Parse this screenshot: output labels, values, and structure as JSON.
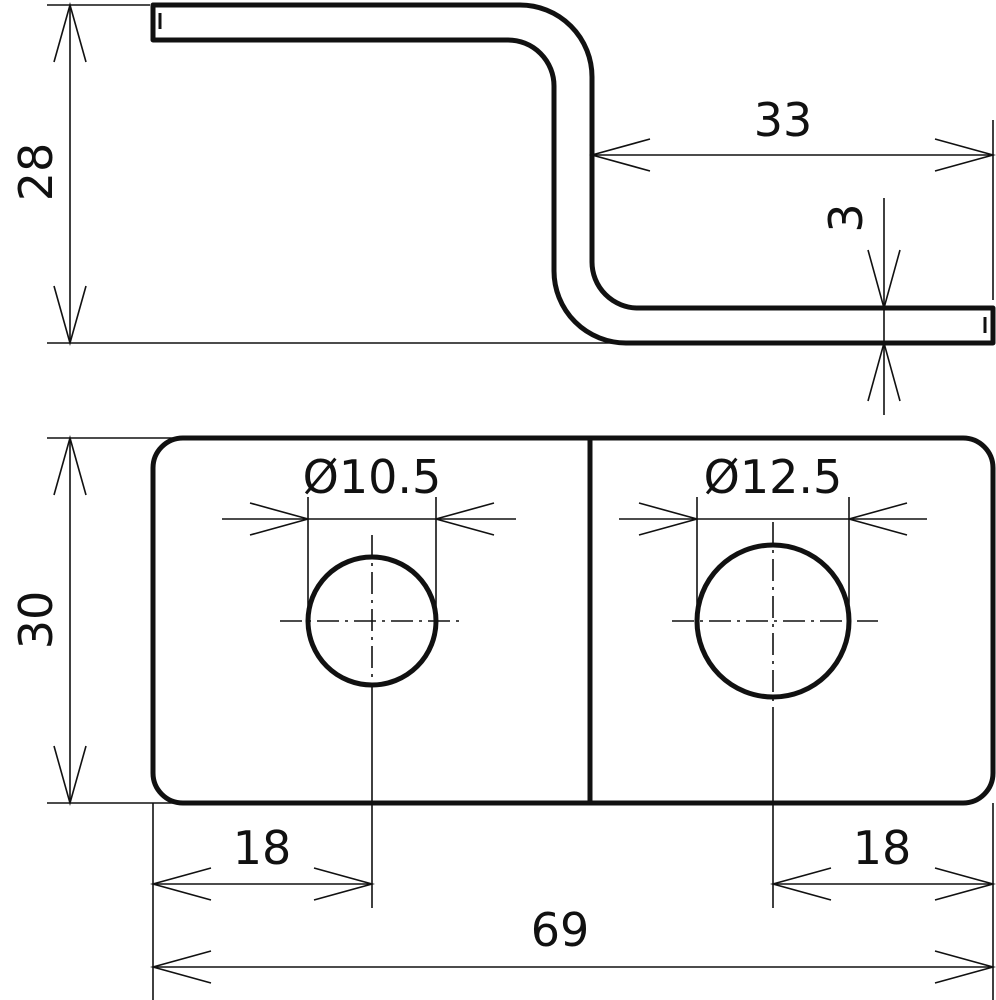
{
  "drawing": {
    "side_view": {
      "dimensions": {
        "height": "28",
        "offset_length": "33",
        "thickness": "3"
      }
    },
    "top_view": {
      "dimensions": {
        "width": "30",
        "hole_left_diameter": "Ø10.5",
        "hole_right_diameter": "Ø12.5",
        "left_hole_offset": "18",
        "right_hole_offset": "18",
        "total_length": "69"
      }
    }
  }
}
